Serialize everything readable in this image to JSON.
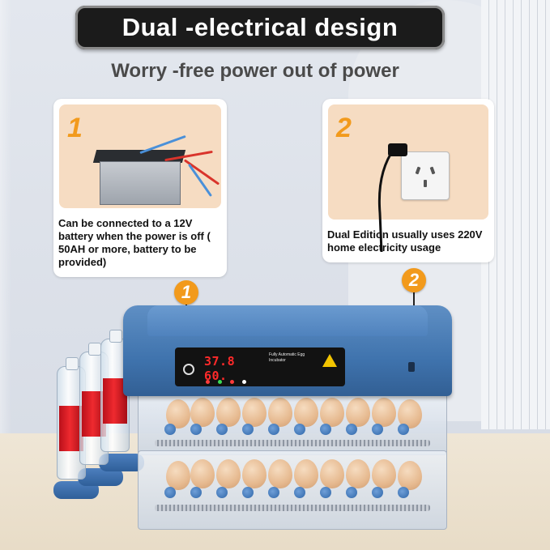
{
  "title": "Dual -electrical design",
  "subtitle": "Worry -free power out of power",
  "callouts": [
    {
      "number": "1",
      "text": "Can be connected to a 12V battery when the power is off ( 50AH or more, battery to be provided)"
    },
    {
      "number": "2",
      "text": "Dual Edition usually uses 220V home electricity usage"
    }
  ],
  "markers": [
    "1",
    "2"
  ],
  "incubator": {
    "display_reading": "37.8 60.",
    "panel_label": "Fully Automatic Egg Incubator"
  },
  "colors": {
    "accent_orange": "#f29a1c",
    "incubator_blue": "#3f73ad",
    "title_bg": "#1b1b1b",
    "card_bg": "#f6dcc2",
    "led_red": "#ff2a2a"
  },
  "icons": [
    "battery-icon",
    "wall-outlet-icon",
    "power-plug-icon",
    "power-button-icon"
  ]
}
